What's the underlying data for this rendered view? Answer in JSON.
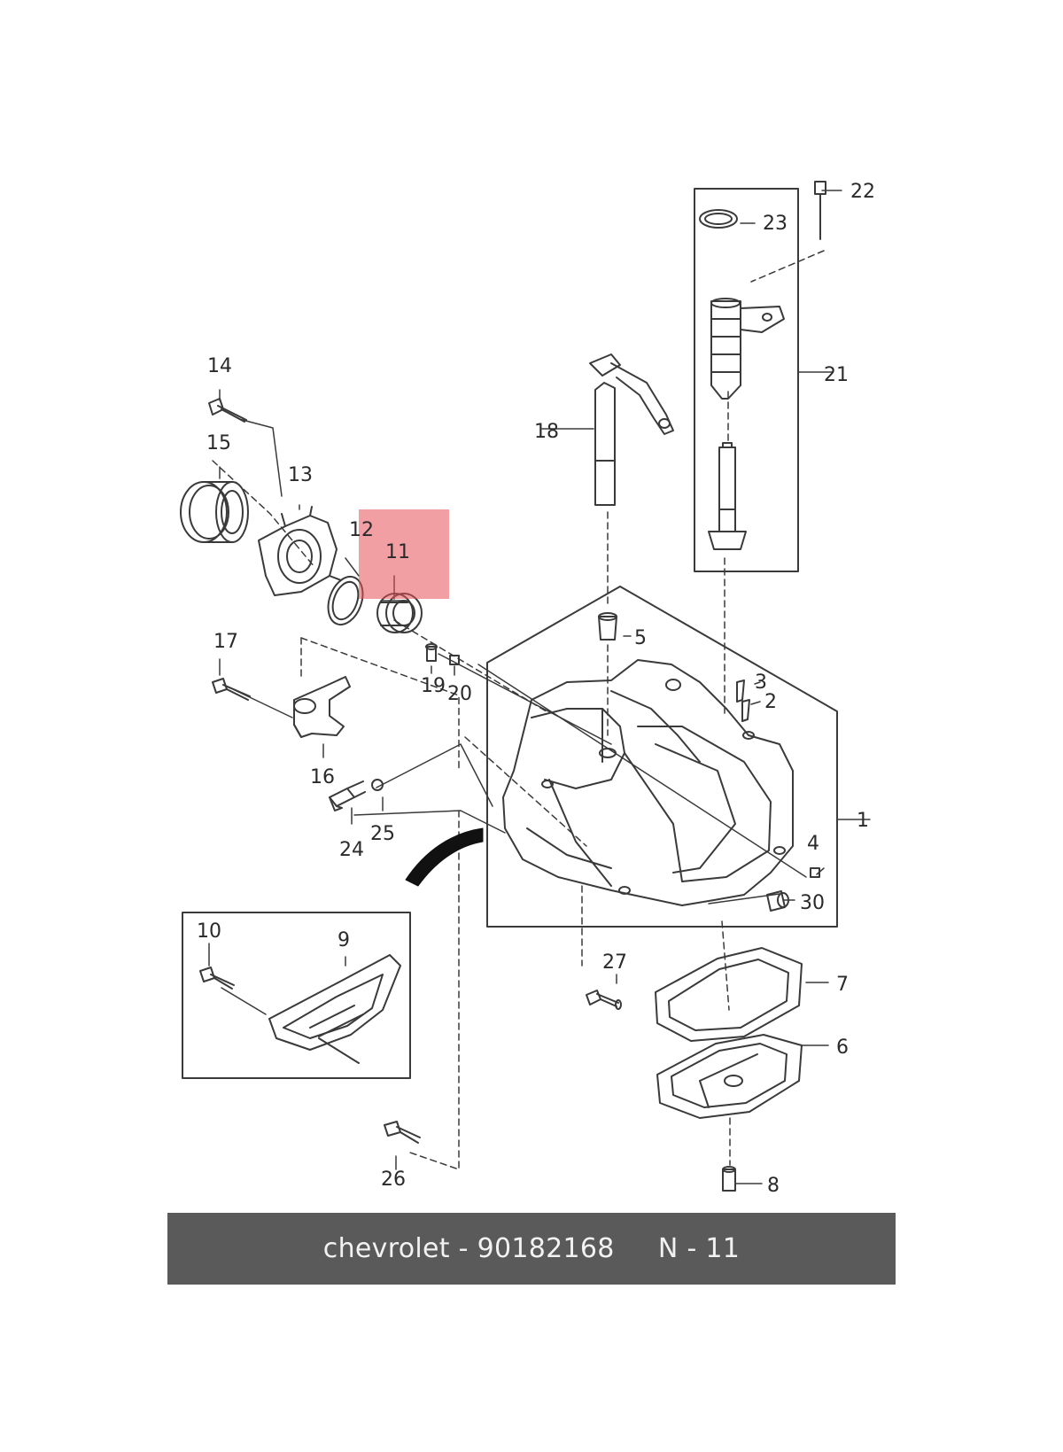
{
  "callouts": {
    "c1": "1",
    "c2": "2",
    "c3": "3",
    "c4": "4",
    "c5": "5",
    "c6": "6",
    "c7": "7",
    "c8": "8",
    "c9": "9",
    "c10": "10",
    "c11": "11",
    "c12": "12",
    "c13": "13",
    "c14": "14",
    "c15": "15",
    "c16": "16",
    "c17": "17",
    "c18": "18",
    "c19": "19",
    "c20": "20",
    "c21": "21",
    "c22": "22",
    "c23": "23",
    "c24": "24",
    "c25": "25",
    "c26": "26",
    "c27": "27",
    "c30": "30"
  },
  "highlight": {
    "part": "11",
    "color": "#e8505a"
  },
  "footer": {
    "text": "chevrolet - 90182168     N - 11"
  }
}
